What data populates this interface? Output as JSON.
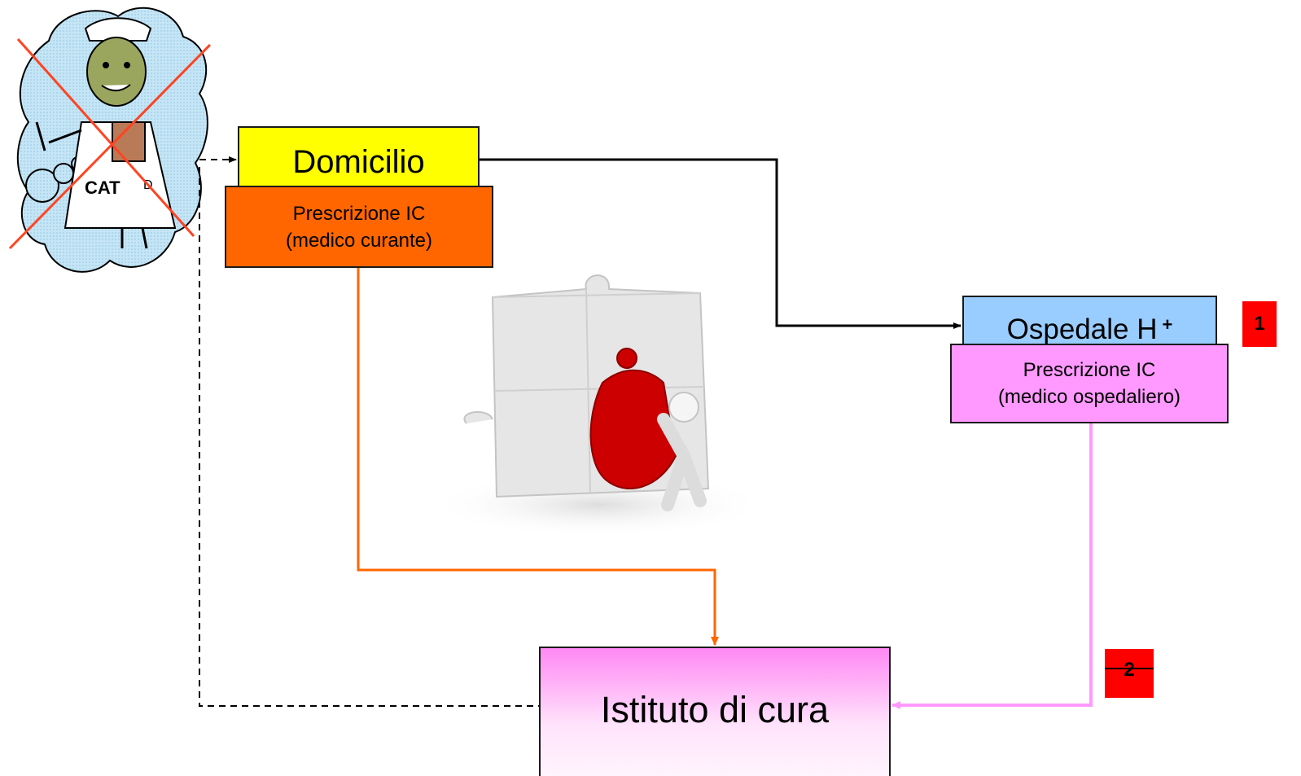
{
  "domicilio": {
    "title": "Domicilio"
  },
  "domicilio_prescription": {
    "line1": "Prescrizione IC",
    "line2": "(medico curante)"
  },
  "ospedale": {
    "title": "Ospedale H",
    "superscript": "+"
  },
  "ospedale_prescription": {
    "line1": "Prescrizione IC",
    "line2": "(medico ospedaliero)"
  },
  "istituto": {
    "title": "Istituto di cura"
  },
  "badges": {
    "one": "1",
    "two": "2"
  },
  "cat_label": "CAT",
  "colors": {
    "domicilio": "#ffff00",
    "domicilio_prescription": "#ff6600",
    "ospedale": "#99ccff",
    "ospedale_prescription": "#ff99ff",
    "istituto": "#ff88f4",
    "badge": "#ff0000",
    "flow_orange": "#ff6600",
    "flow_pink": "#ff99ff",
    "cloud": "#c5e5f5",
    "cross": "#ff4422",
    "puzzle_piece": "#cc0000"
  },
  "icons": [
    "nurse-cloud-icon",
    "cross-icon",
    "puzzle-icon"
  ]
}
